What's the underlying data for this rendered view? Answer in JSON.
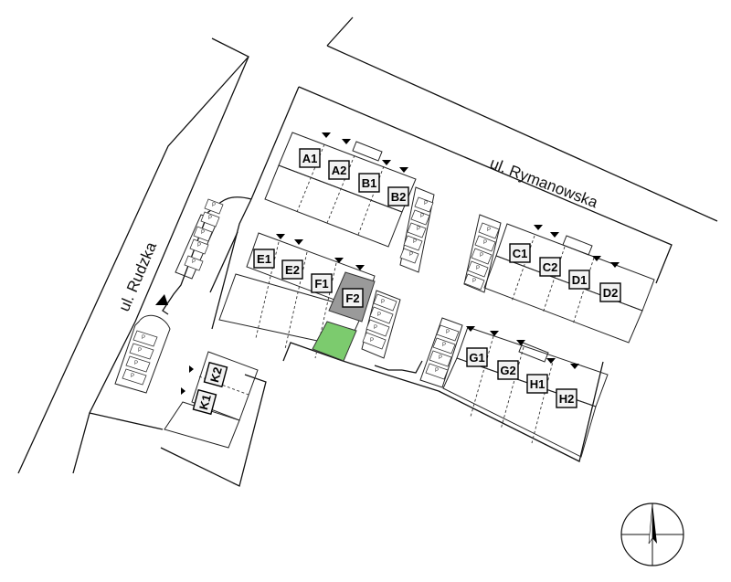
{
  "streets": {
    "rymanowska": "ul. Rymanowska",
    "rudzka": "ul. Rudzka"
  },
  "units": [
    "A1",
    "A2",
    "B1",
    "B2",
    "C1",
    "C2",
    "D1",
    "D2",
    "E1",
    "E2",
    "F1",
    "F2",
    "G1",
    "G2",
    "H1",
    "H2",
    "K1",
    "K2"
  ],
  "parking_label": "P",
  "highlight": {
    "selected_unit": "F2",
    "selected_color": "#9a9a9a",
    "garden_color": "#7ccb6e"
  },
  "compass": {
    "direction": "north"
  }
}
